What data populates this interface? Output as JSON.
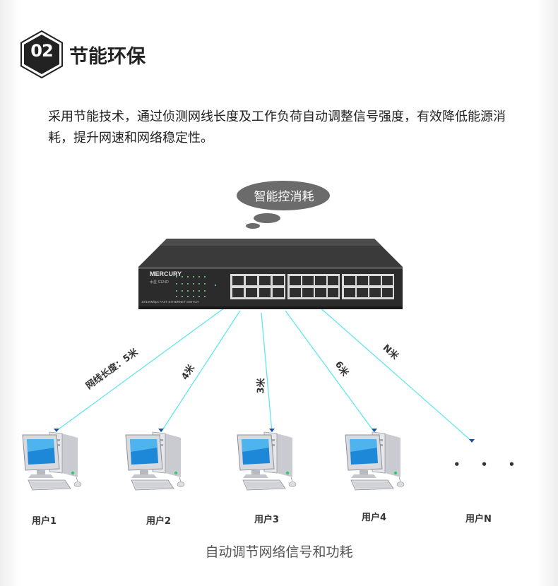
{
  "section": {
    "number": "02",
    "title": "节能环保"
  },
  "description": "采用节能技术，通过侦测网线长度及工作负荷自动调整信号强度，有效降低能源消耗，提升网速和网络稳定性。",
  "bubble_text": "智能控消耗",
  "switch": {
    "brand": "MERCURY",
    "model": "水星 S124D",
    "label": "10/100Mbps FAST ETHERNET SWITCH"
  },
  "cables": [
    {
      "label": "网线长度：5米"
    },
    {
      "label": "4米"
    },
    {
      "label": "3米"
    },
    {
      "label": "6米"
    },
    {
      "label": "N米"
    }
  ],
  "users": [
    {
      "label": "用户1"
    },
    {
      "label": "用户2"
    },
    {
      "label": "用户3"
    },
    {
      "label": "用户4"
    },
    {
      "label": "用户N"
    }
  ],
  "ellipsis": "• • •",
  "caption": "自动调节网络信号和功耗",
  "colors": {
    "cable": "#5fe6ef",
    "badge": "#222222",
    "bubble": "#6b6b6b"
  }
}
